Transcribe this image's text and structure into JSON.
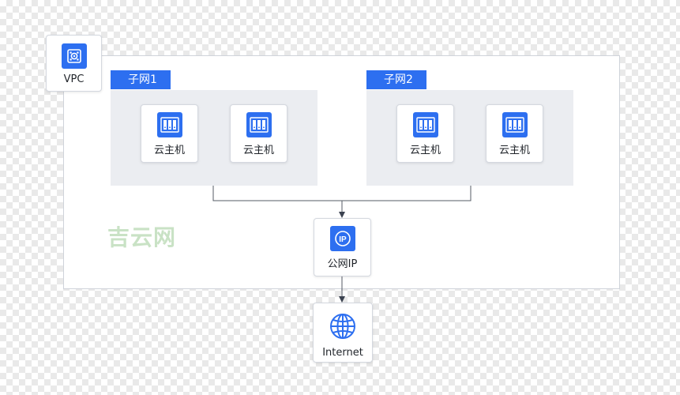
{
  "vpc": {
    "label": "VPC",
    "icon": "vpc-icon"
  },
  "subnets": [
    {
      "label": "子网1",
      "hosts": [
        {
          "label": "云主机",
          "icon": "server-icon"
        },
        {
          "label": "云主机",
          "icon": "server-icon"
        }
      ]
    },
    {
      "label": "子网2",
      "hosts": [
        {
          "label": "云主机",
          "icon": "server-icon"
        },
        {
          "label": "云主机",
          "icon": "server-icon"
        }
      ]
    }
  ],
  "public_ip": {
    "label": "公网IP",
    "icon": "ip-icon"
  },
  "internet": {
    "label": "Internet",
    "icon": "globe-icon"
  },
  "watermark": "吉云网",
  "colors": {
    "accent": "#2d6ff0",
    "subnet_bg": "#ebedf1",
    "line": "#555b66",
    "watermark": "#c9e2c5"
  }
}
